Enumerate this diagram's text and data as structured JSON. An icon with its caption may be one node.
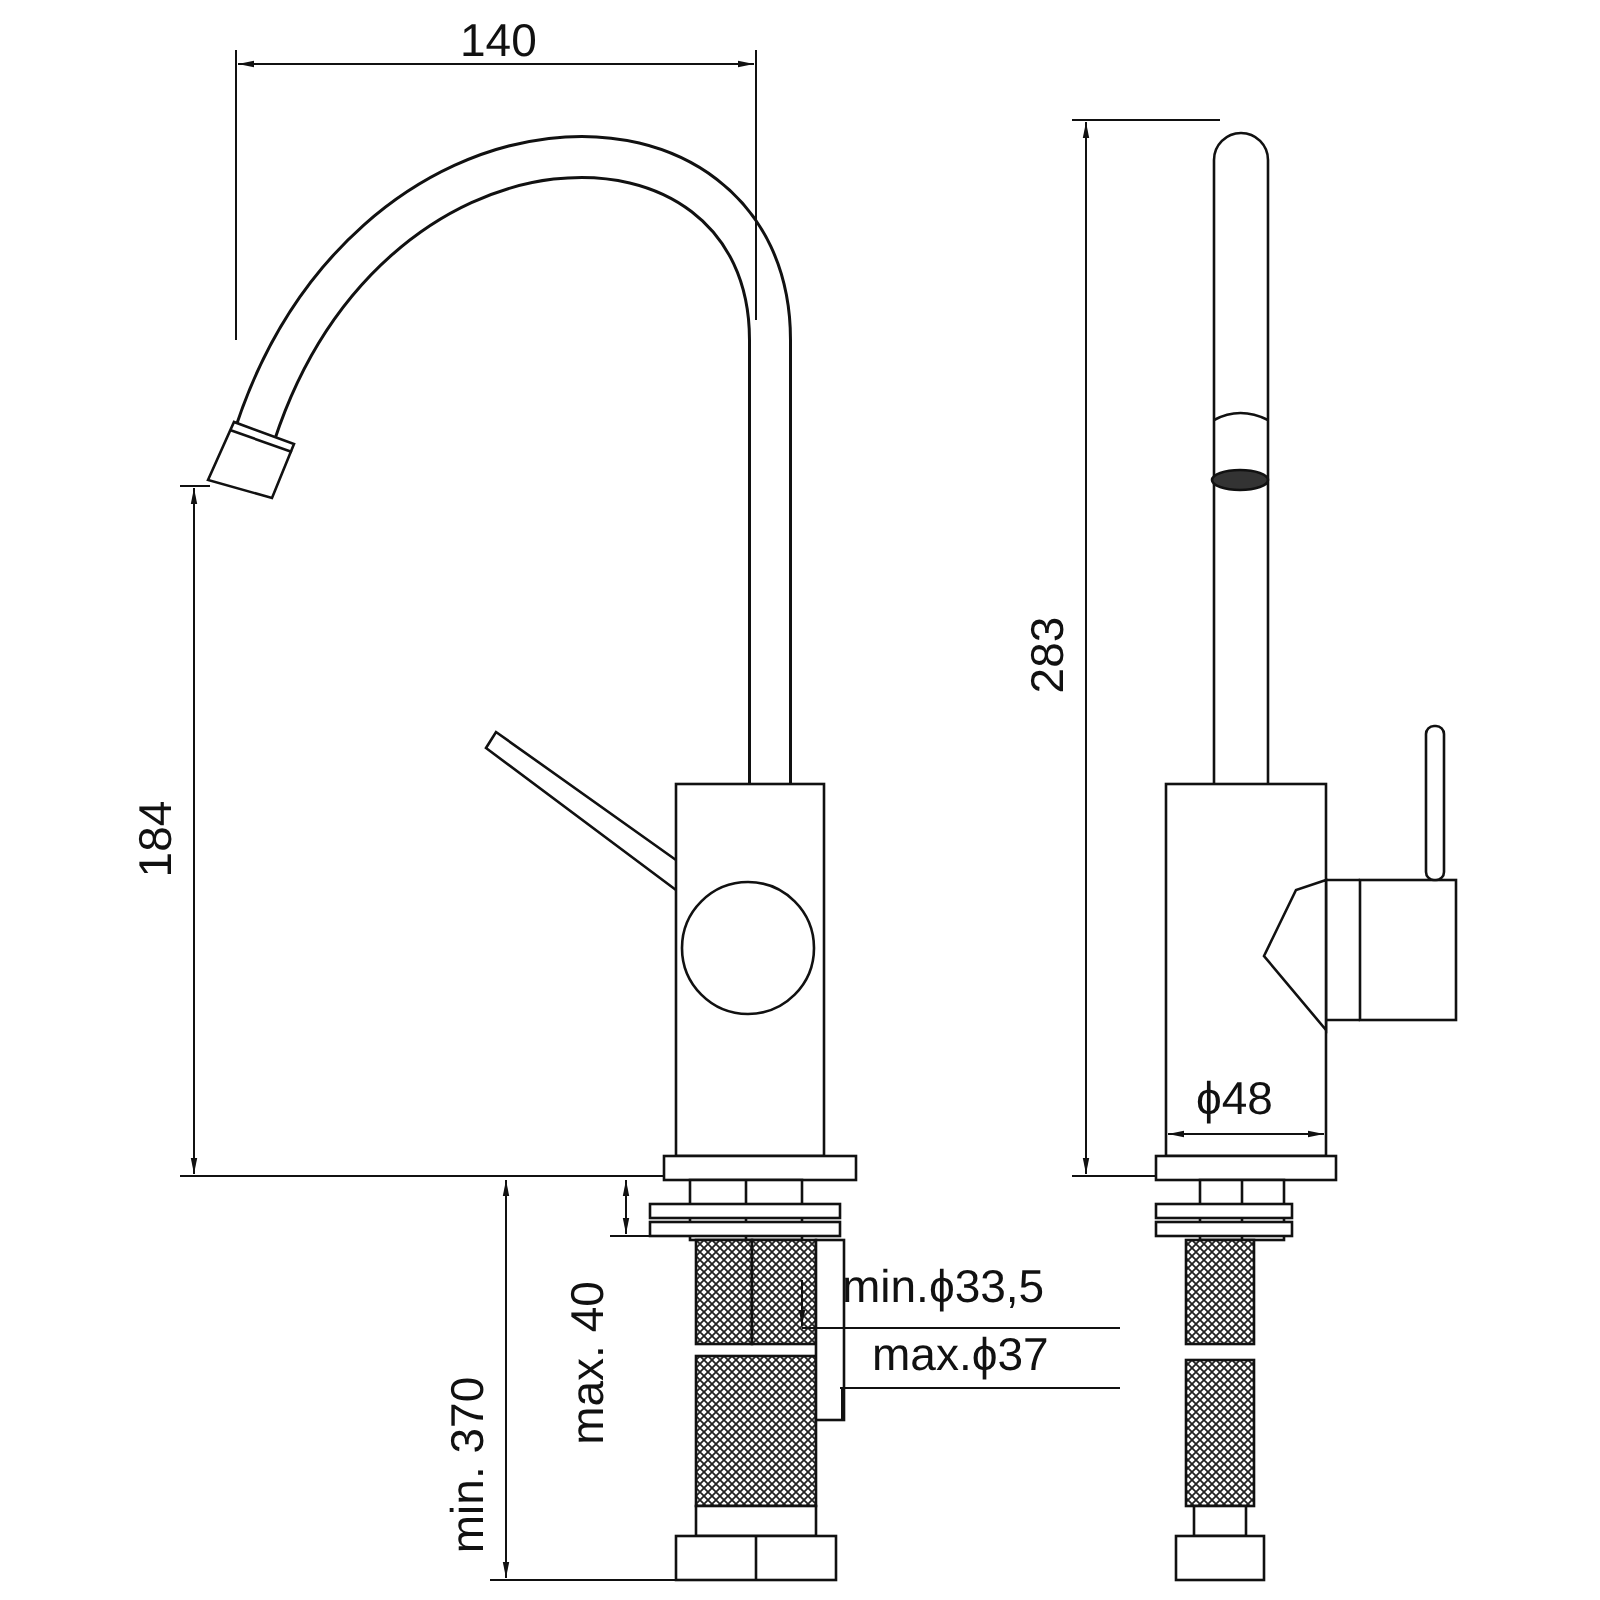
{
  "diagram": {
    "labels": [
      "140",
      "283",
      "184",
      "ϕ48",
      "min.ϕ33,5",
      "max.ϕ37",
      "max. 40",
      "min. 370"
    ]
  }
}
